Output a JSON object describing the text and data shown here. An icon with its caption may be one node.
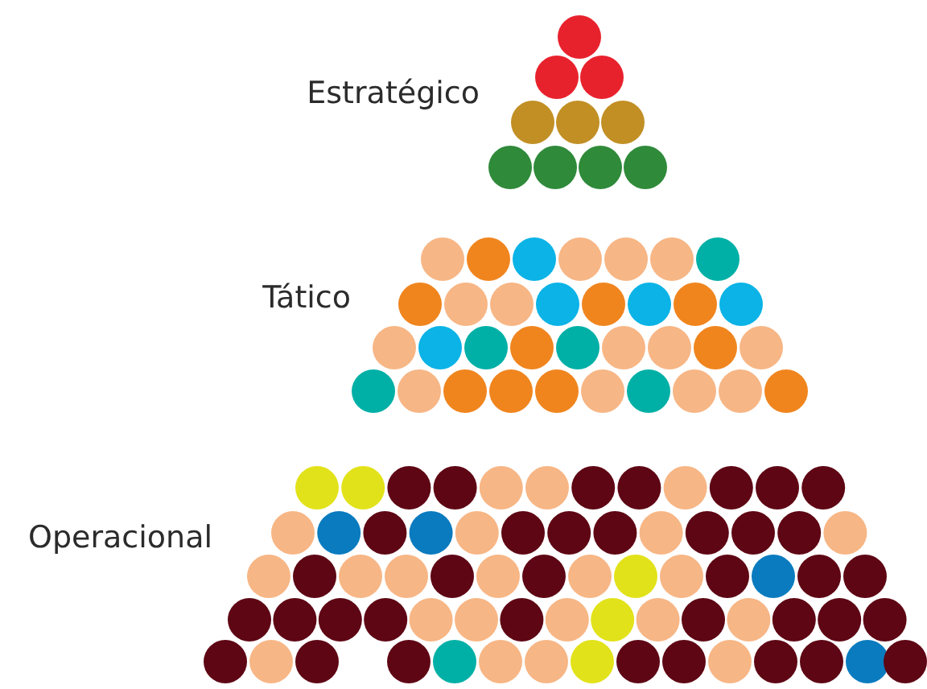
{
  "diagram": {
    "labels": [
      "Estratégico",
      "Tático",
      "Operacional"
    ]
  }
}
